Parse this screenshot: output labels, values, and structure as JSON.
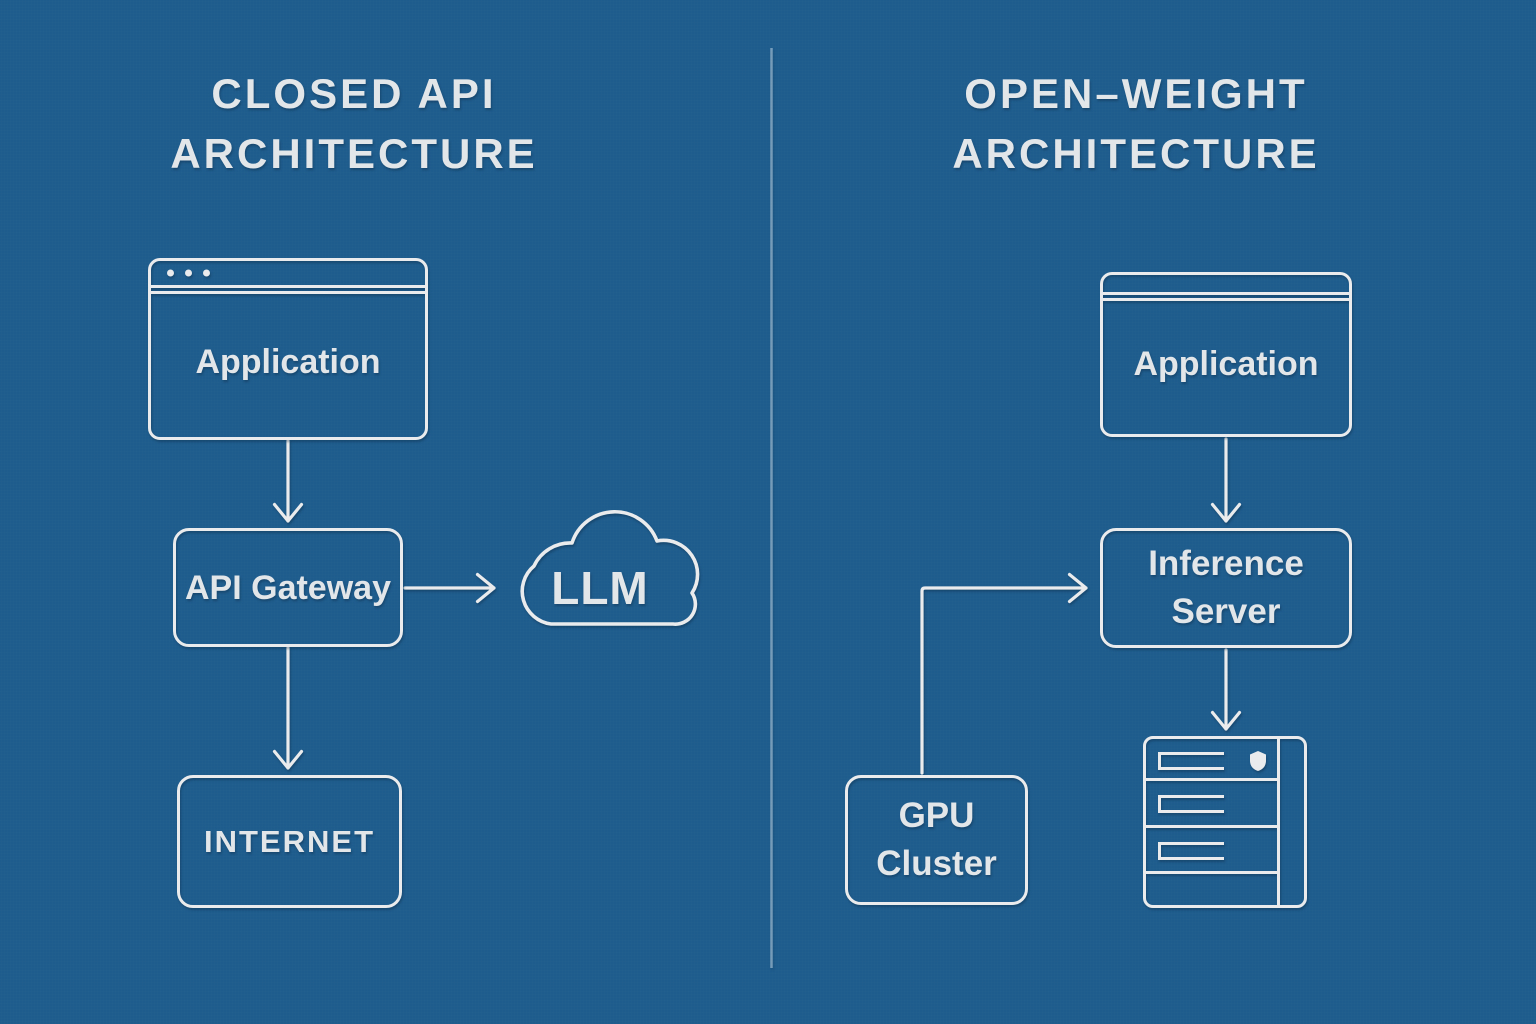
{
  "colors": {
    "background": "#1E5C8D",
    "line": "#E9EBEC",
    "text": "#E2E6E9",
    "divider": "#CDDFEE"
  },
  "left_panel": {
    "title_line1": "CLOSED API",
    "title_line2": "ARCHITECTURE",
    "application_label": "Application",
    "api_gateway_label": "API Gateway",
    "llm_label": "LLM",
    "internet_label": "INTERNET"
  },
  "right_panel": {
    "title_line1": "OPEN–WEIGHT",
    "title_line2": "ARCHITECTURE",
    "application_label": "Application",
    "inference_line1": "Inference",
    "inference_line2": "Server",
    "gpu_line1": "GPU",
    "gpu_line2": "Cluster"
  },
  "icons": {
    "window_dots_icon": "three-dot-window-controls",
    "llm_cloud_icon": "cloud-outline",
    "server_rack_icon": "rack-server-outline-with-bays",
    "shield_icon": "filled-shield",
    "arrowheads": "open-chevron"
  }
}
